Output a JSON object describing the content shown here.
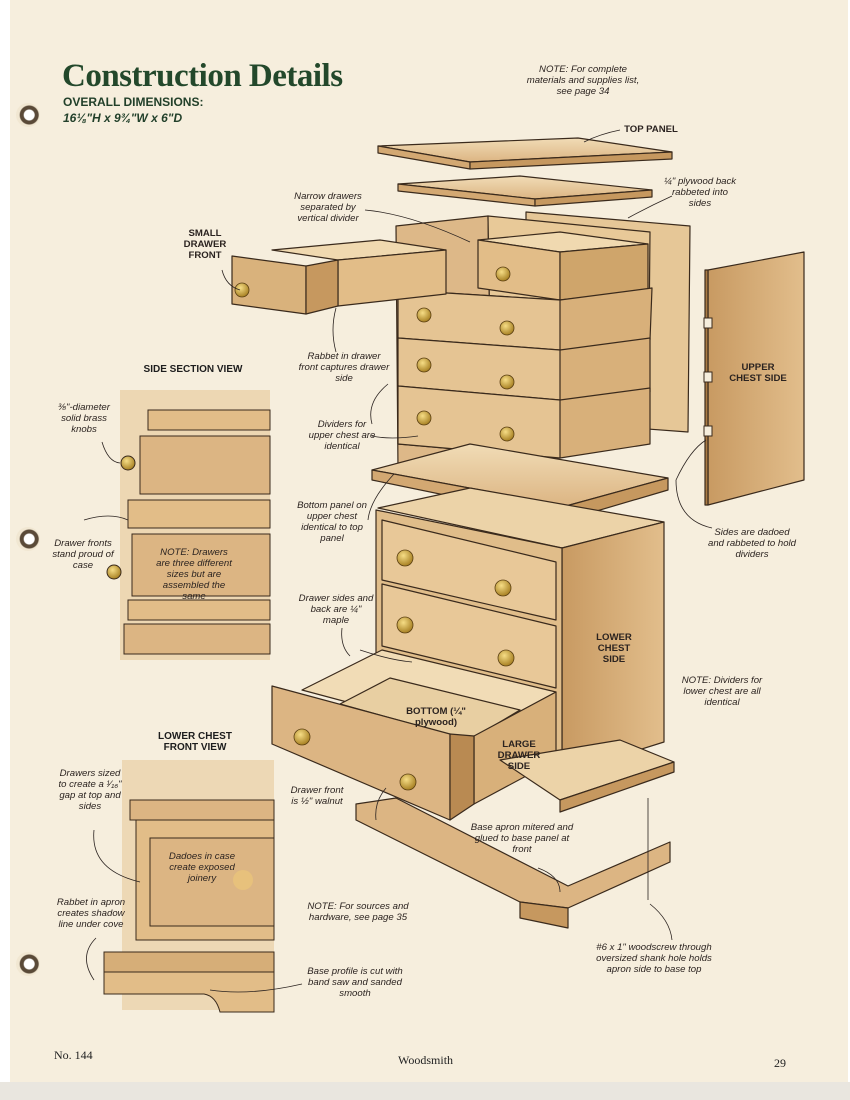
{
  "header": {
    "title": "Construction Details",
    "dims_label": "OVERALL DIMENSIONS:",
    "dims_value": "16⅛\"H x 9¾\"W x 6\"D",
    "note_materials": "NOTE: For complete materials and supplies list, see page 34"
  },
  "sections": {
    "side_section_view": "SIDE SECTION VIEW",
    "lower_chest_front_view": "LOWER CHEST FRONT VIEW"
  },
  "labels": {
    "top_panel": "TOP PANEL",
    "plywood_back": "¼\" plywood back rabbeted into sides",
    "narrow_drawers": "Narrow drawers separated by vertical divider",
    "small_drawer_front": "SMALL DRAWER FRONT",
    "rabbet_drawer_front": "Rabbet in drawer front captures drawer side",
    "upper_chest_side": "UPPER CHEST SIDE",
    "dividers_upper": "Dividers for upper chest are identical",
    "bottom_panel": "Bottom panel on upper chest identical to top panel",
    "sides_dadoed": "Sides are dadoed and rabbeted to hold dividers",
    "brass_knobs": "⅜\"-diameter solid brass knobs",
    "drawer_fronts_proud": "Drawer fronts stand proud of case",
    "note_drawers": "NOTE: Drawers are three different sizes but are assembled the same",
    "drawer_sides_back": "Drawer sides and back are ¼\" maple",
    "lower_chest_side": "LOWER CHEST SIDE",
    "note_dividers_lower": "NOTE: Dividers for lower chest are all identical",
    "bottom_plywood": "BOTTOM (¼\" plywood)",
    "large_drawer_side": "LARGE DRAWER SIDE",
    "drawers_sized": "Drawers sized to create a ¹⁄₁₆\" gap at top and sides",
    "drawer_front_walnut": "Drawer front is ½\" walnut",
    "base_apron": "Base apron mitered and glued to base panel at front",
    "dadoes_case": "Dadoes in case create exposed joinery",
    "rabbet_apron": "Rabbet in apron creates shadow line under cove",
    "note_sources": "NOTE: For sources and hardware, see page 35",
    "woodscrew": "#6 x 1\" woodscrew through oversized shank hole holds apron side to base top",
    "base_profile": "Base profile is cut with band saw and sanded smooth"
  },
  "footer": {
    "issue": "No. 144",
    "magazine": "Woodsmith",
    "page_number": "29"
  },
  "colors": {
    "page": "#f6eedd",
    "title": "#23482b",
    "wood_light": "#ecd3a8",
    "wood_mid": "#dcb583",
    "wood_dark": "#c6985f",
    "outline": "#3a2a1c",
    "knob": "#d0a53a"
  }
}
